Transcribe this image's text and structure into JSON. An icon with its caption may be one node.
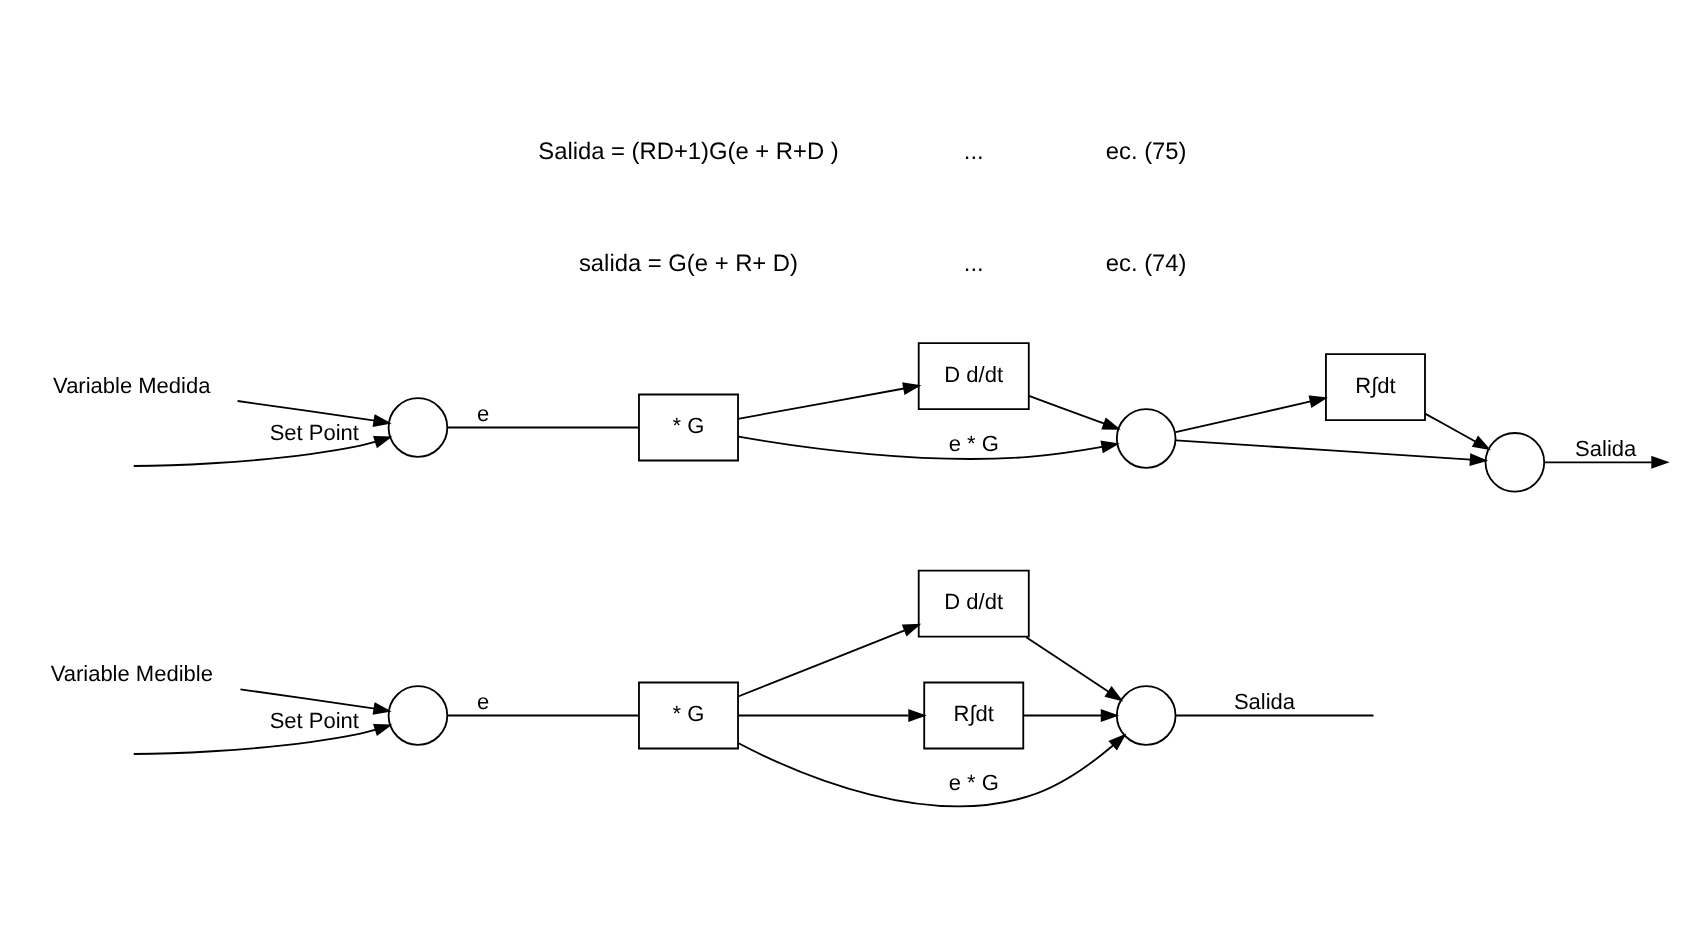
{
  "diagram": {
    "nodes": [
      {
        "text": [],
        "shape": "circle"
      },
      {
        "text": [
          "Variable Medible"
        ]
      },
      {
        "text": [
          "* G"
        ]
      },
      {
        "text": [
          "D d/dt"
        ]
      },
      {
        "text": [
          "R∫dt"
        ]
      },
      {
        "text": [],
        "shape": "circle"
      },
      {
        "text": [],
        "shape": "circle"
      },
      {
        "text": [
          "Variable Medida"
        ]
      },
      {
        "text": [
          "* G"
        ]
      },
      {
        "text": [
          "D d/dt"
        ]
      },
      {
        "text": [],
        "shape": "circle"
      },
      {
        "text": [
          "R∫dt"
        ]
      },
      {
        "text": [],
        "shape": "circle"
      }
    ],
    "edges": [
      {
        "from": null,
        "to": 0,
        "arrow": "to",
        "label": "Set Point"
      },
      {
        "from": 1,
        "to": 0,
        "arrow": "to"
      },
      {
        "from": 0,
        "to": 2,
        "arrow": "none",
        "label": "e"
      },
      {
        "from": 2,
        "to": 5,
        "arrow": "to",
        "label": "e * G"
      },
      {
        "from": 2,
        "to": 3,
        "arrow": "to"
      },
      {
        "from": 2,
        "to": 4,
        "arrow": "to"
      },
      {
        "from": 3,
        "to": 5,
        "arrow": "to"
      },
      {
        "from": 4,
        "to": 5,
        "arrow": "to"
      },
      {
        "from": 5,
        "to": null,
        "arrow": "none",
        "label": "Salida"
      },
      {
        "from": null,
        "to": 6,
        "arrow": "to",
        "label": "Set Point"
      },
      {
        "from": 7,
        "to": 6,
        "arrow": "to"
      },
      {
        "from": 6,
        "to": 8,
        "arrow": "none",
        "label": "e"
      },
      {
        "from": 8,
        "to": 10,
        "arrow": "to",
        "label": "e * G"
      },
      {
        "from": 8,
        "to": 9,
        "arrow": "to"
      },
      {
        "from": 9,
        "to": 10,
        "arrow": "to"
      },
      {
        "from": 10,
        "to": 12,
        "arrow": "to"
      },
      {
        "from": 10,
        "to": 11,
        "arrow": "to"
      },
      {
        "from": 11,
        "to": 12,
        "arrow": "to"
      },
      {
        "from": 12,
        "to": null,
        "arrow": "to",
        "label": "Salida"
      }
    ],
    "labels": [
      "salida = G(e + R+ D)",
      "...",
      "ec. (74)",
      "Salida = (RD+1)G(e + R+D )",
      "...",
      "ec. (75)"
    ]
  }
}
